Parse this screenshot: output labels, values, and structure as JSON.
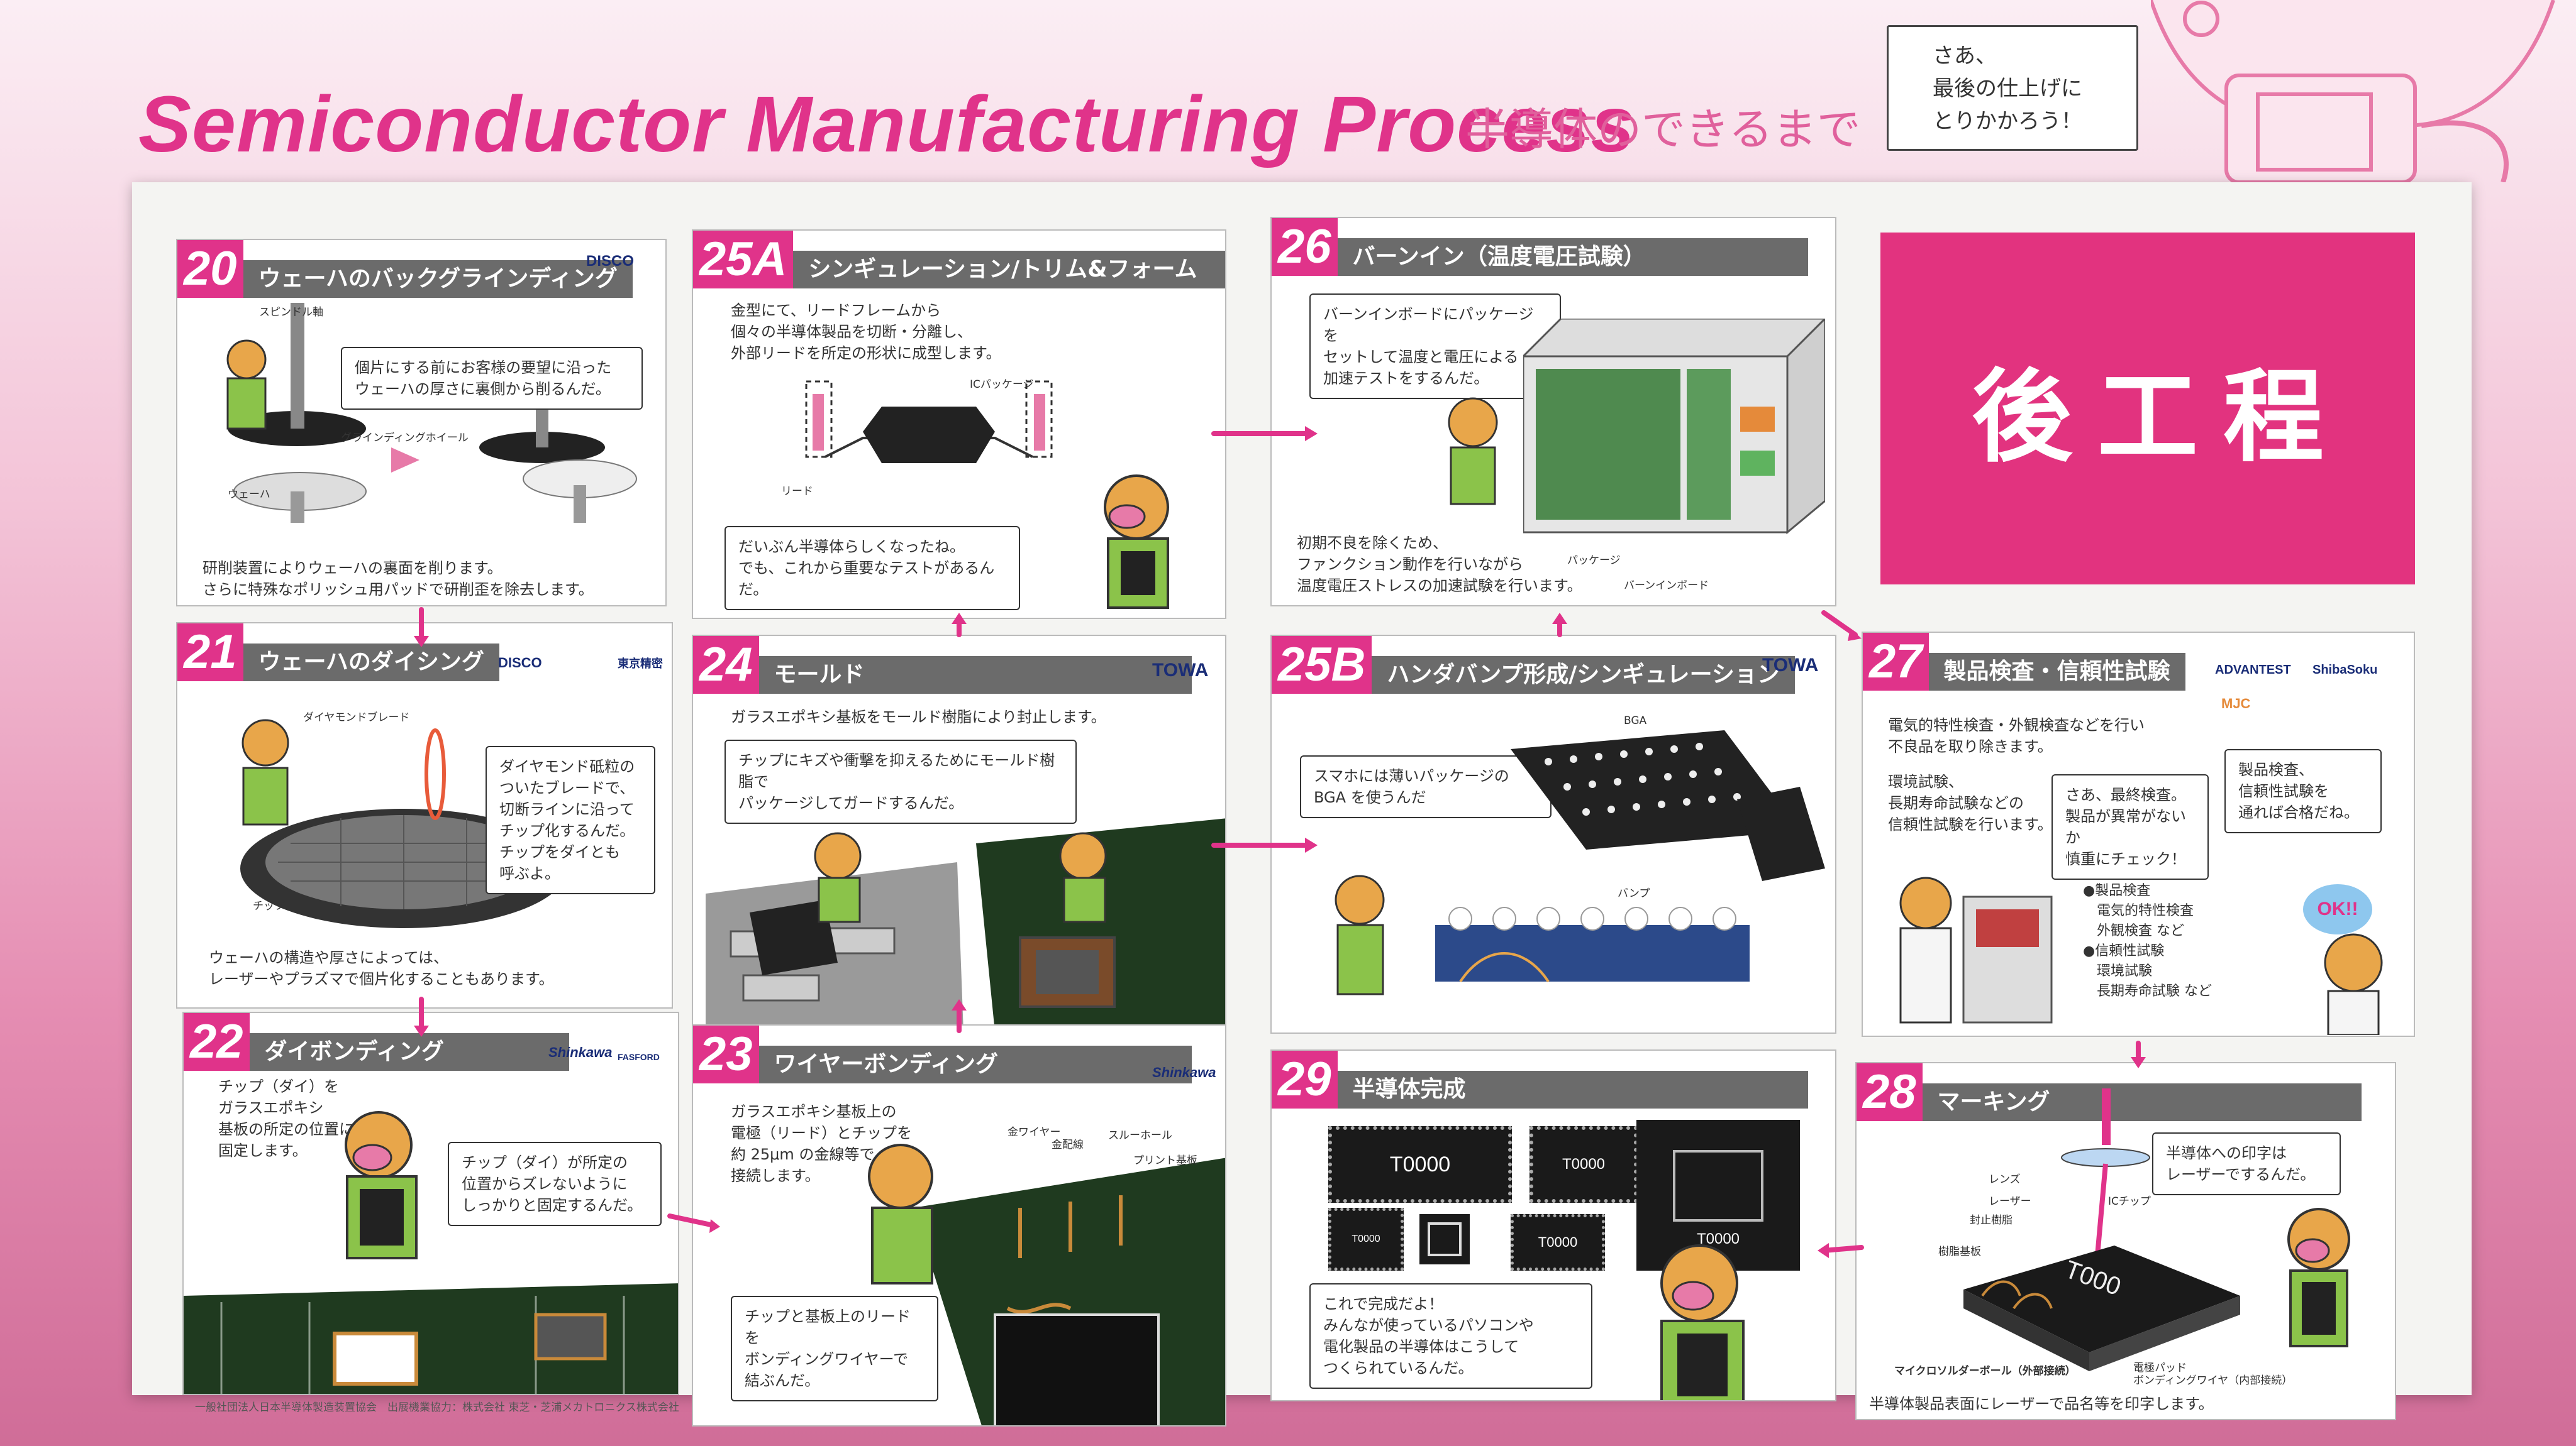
{
  "header": {
    "title": "Semiconductor Manufacturing Process",
    "subtitle": "半導体のできるまで",
    "bubble": [
      "さあ、",
      "最後の仕上げに",
      "とりかかろう！"
    ]
  },
  "post_process": "後工程",
  "panels": {
    "p20": {
      "num": "20",
      "title": "ウェーハのバックグラインディング",
      "logo": "DISCO",
      "desc": [
        "研削装置によりウェーハの裏面を削ります。",
        "さらに特殊なポリッシュ用パッドで研削歪を除去します。"
      ],
      "note": [
        "個片にする前にお客様の要望に沿った",
        "ウェーハの厚さに裏側から削るんだ。"
      ],
      "labels": [
        "スピンドル軸",
        "グラインディングホイール",
        "ウェーハ"
      ]
    },
    "p25a": {
      "num": "25A",
      "title": "シンギュレーション/トリム&フォーム",
      "desc": [
        "金型にて、リードフレームから",
        "個々の半導体製品を切断・分離し、",
        "外部リードを所定の形状に成型します。"
      ],
      "note": [
        "だいぶん半導体らしくなったね。",
        "でも、これから重要なテストがあるんだ。"
      ],
      "labels": [
        "ICパッケージ",
        "リード"
      ]
    },
    "p26": {
      "num": "26",
      "title": "バーンイン（温度電圧試験）",
      "note": [
        "バーンインボードにパッケージを",
        "セットして温度と電圧による",
        "加速テストをするんだ。"
      ],
      "desc": [
        "初期不良を除くため、",
        "ファンクション動作を行いながら",
        "温度電圧ストレスの加速試験を行います。"
      ],
      "labels": [
        "パッケージ",
        "バーンインボード"
      ]
    },
    "p21": {
      "num": "21",
      "title": "ウェーハのダイシング",
      "logo": "DISCO",
      "logo2": "東京精密",
      "note": [
        "ダイヤモンド砥粒の",
        "ついたブレードで、",
        "切断ラインに沿って",
        "チップ化するんだ。",
        "チップをダイとも",
        "呼ぶよ。"
      ],
      "desc": [
        "ウェーハの構造や厚さによっては、",
        "レーザーやプラズマで個片化することもあります。"
      ],
      "labels": [
        "ダイヤモンドブレード",
        "チップ"
      ]
    },
    "p24": {
      "num": "24",
      "title": "モールド",
      "logo": "TOWA",
      "desc": [
        "ガラスエポキシ基板をモールド樹脂により封止します。"
      ],
      "note": [
        "チップにキズや衝撃を抑えるためにモールド樹脂で",
        "パッケージしてガードするんだ。"
      ]
    },
    "p25b": {
      "num": "25B",
      "title": "ハンダバンプ形成/シンギュレーション",
      "logo": "TOWA",
      "note": [
        "スマホには薄いパッケージの",
        "BGA を使うんだ"
      ],
      "labels": [
        "BGA",
        "バンプ"
      ]
    },
    "p27": {
      "num": "27",
      "title": "製品検査・信頼性試験",
      "logos": [
        "ADVANTEST",
        "ShibaSoku",
        "MJC"
      ],
      "desc1": [
        "電気的特性検査・外観検査などを行い",
        "不良品を取り除きます。"
      ],
      "desc2": [
        "環境試験、",
        "長期寿命試験などの",
        "信頼性試験を行います。"
      ],
      "note1": [
        "さあ、最終検査。",
        "製品が異常がないか",
        "慎重にチェック！"
      ],
      "note2": [
        "製品検査、",
        "信頼性試験を",
        "通れば合格だね。"
      ],
      "list": [
        "●製品検査",
        "　電気的特性検査",
        "　外観検査 など",
        "●信頼性試験",
        "　環境試験",
        "　長期寿命試験 など"
      ],
      "ok": "OK!!"
    },
    "p22": {
      "num": "22",
      "title": "ダイボンディング",
      "logo": "Shinkawa",
      "logo2": "FASFORD",
      "desc": [
        "チップ（ダイ）を",
        "ガラスエポキシ",
        "基板の所定の位置に",
        "固定します。"
      ],
      "note": [
        "チップ（ダイ）が所定の",
        "位置からズレないように",
        "しっかりと固定するんだ。"
      ]
    },
    "p23": {
      "num": "23",
      "title": "ワイヤーボンディング",
      "logo": "Shinkawa",
      "desc": [
        "ガラスエポキシ基板上の",
        "電極（リード）とチップを",
        "約 25μm の金線等で",
        "接続します。"
      ],
      "note": [
        "チップと基板上のリードを",
        "ボンディングワイヤーで",
        "結ぶんだ。"
      ],
      "labels": [
        "金ワイヤー",
        "金配線",
        "スルーホール",
        "プリント基板"
      ]
    },
    "p29": {
      "num": "29",
      "title": "半導体完成",
      "chips": [
        "T0000",
        "T0000",
        "T0000",
        "T0000",
        "T0000"
      ],
      "note": [
        "これで完成だよ！",
        "みんなが使っているパソコンや",
        "電化製品の半導体はこうして",
        "つくられているんだ。"
      ]
    },
    "p28": {
      "num": "28",
      "title": "マーキング",
      "note": [
        "半導体への印字は",
        "レーザーでするんだ。"
      ],
      "desc": [
        "半導体製品表面にレーザーで品名等を印字します。"
      ],
      "labels": [
        "レンズ",
        "レーザー",
        "封止樹脂",
        "樹脂基板",
        "ICチップ",
        "マイクロソルダーボール（外部接続）",
        "電極パッド",
        "ボンディングワイヤ（内部接続）"
      ],
      "mark": "T000"
    }
  },
  "footer": "一般社団法人日本半導体製造装置協会　出展機業協力：株式会社 東芝・芝浦メカトロニクス株式会社",
  "colors": {
    "accent": "#e0338a",
    "bar": "#6b6b6b",
    "pcb": "#1f3a1f"
  }
}
